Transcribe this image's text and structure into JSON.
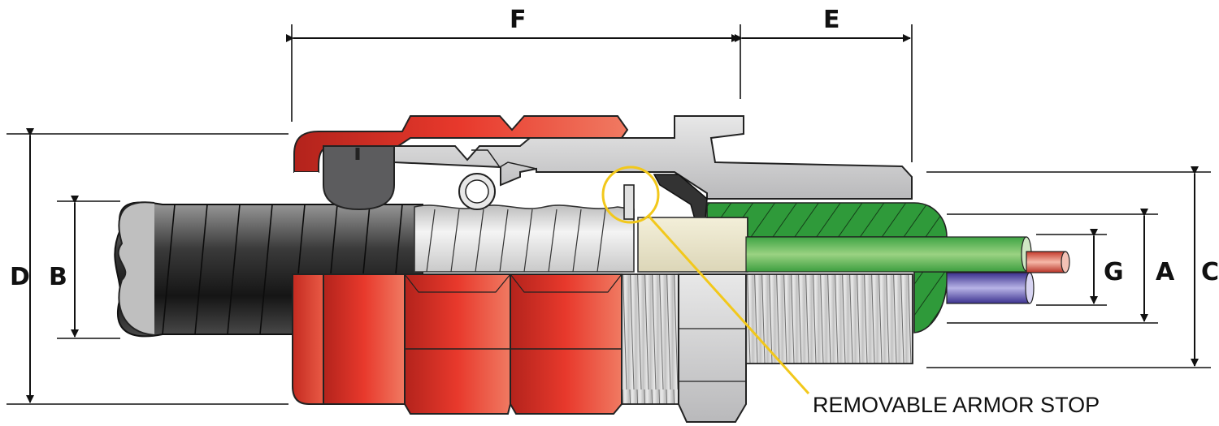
{
  "dimension_labels": {
    "A": "A",
    "B": "B",
    "C": "C",
    "D": "D",
    "E": "E",
    "F": "F",
    "G": "G"
  },
  "callout": {
    "text": "REMOVABLE ARMOR STOP"
  },
  "colors": {
    "red_body": "#d9342a",
    "red_light": "#ef6a55",
    "gray_body": "#cfd0d2",
    "green_seal": "#2f9a3a",
    "black_armor": "#2a2a2a",
    "callout_circle": "#f2c81b",
    "conductor_red": "#d4503c",
    "conductor_blue": "#4a3f9e",
    "conductor_green": "#7dc46a"
  }
}
